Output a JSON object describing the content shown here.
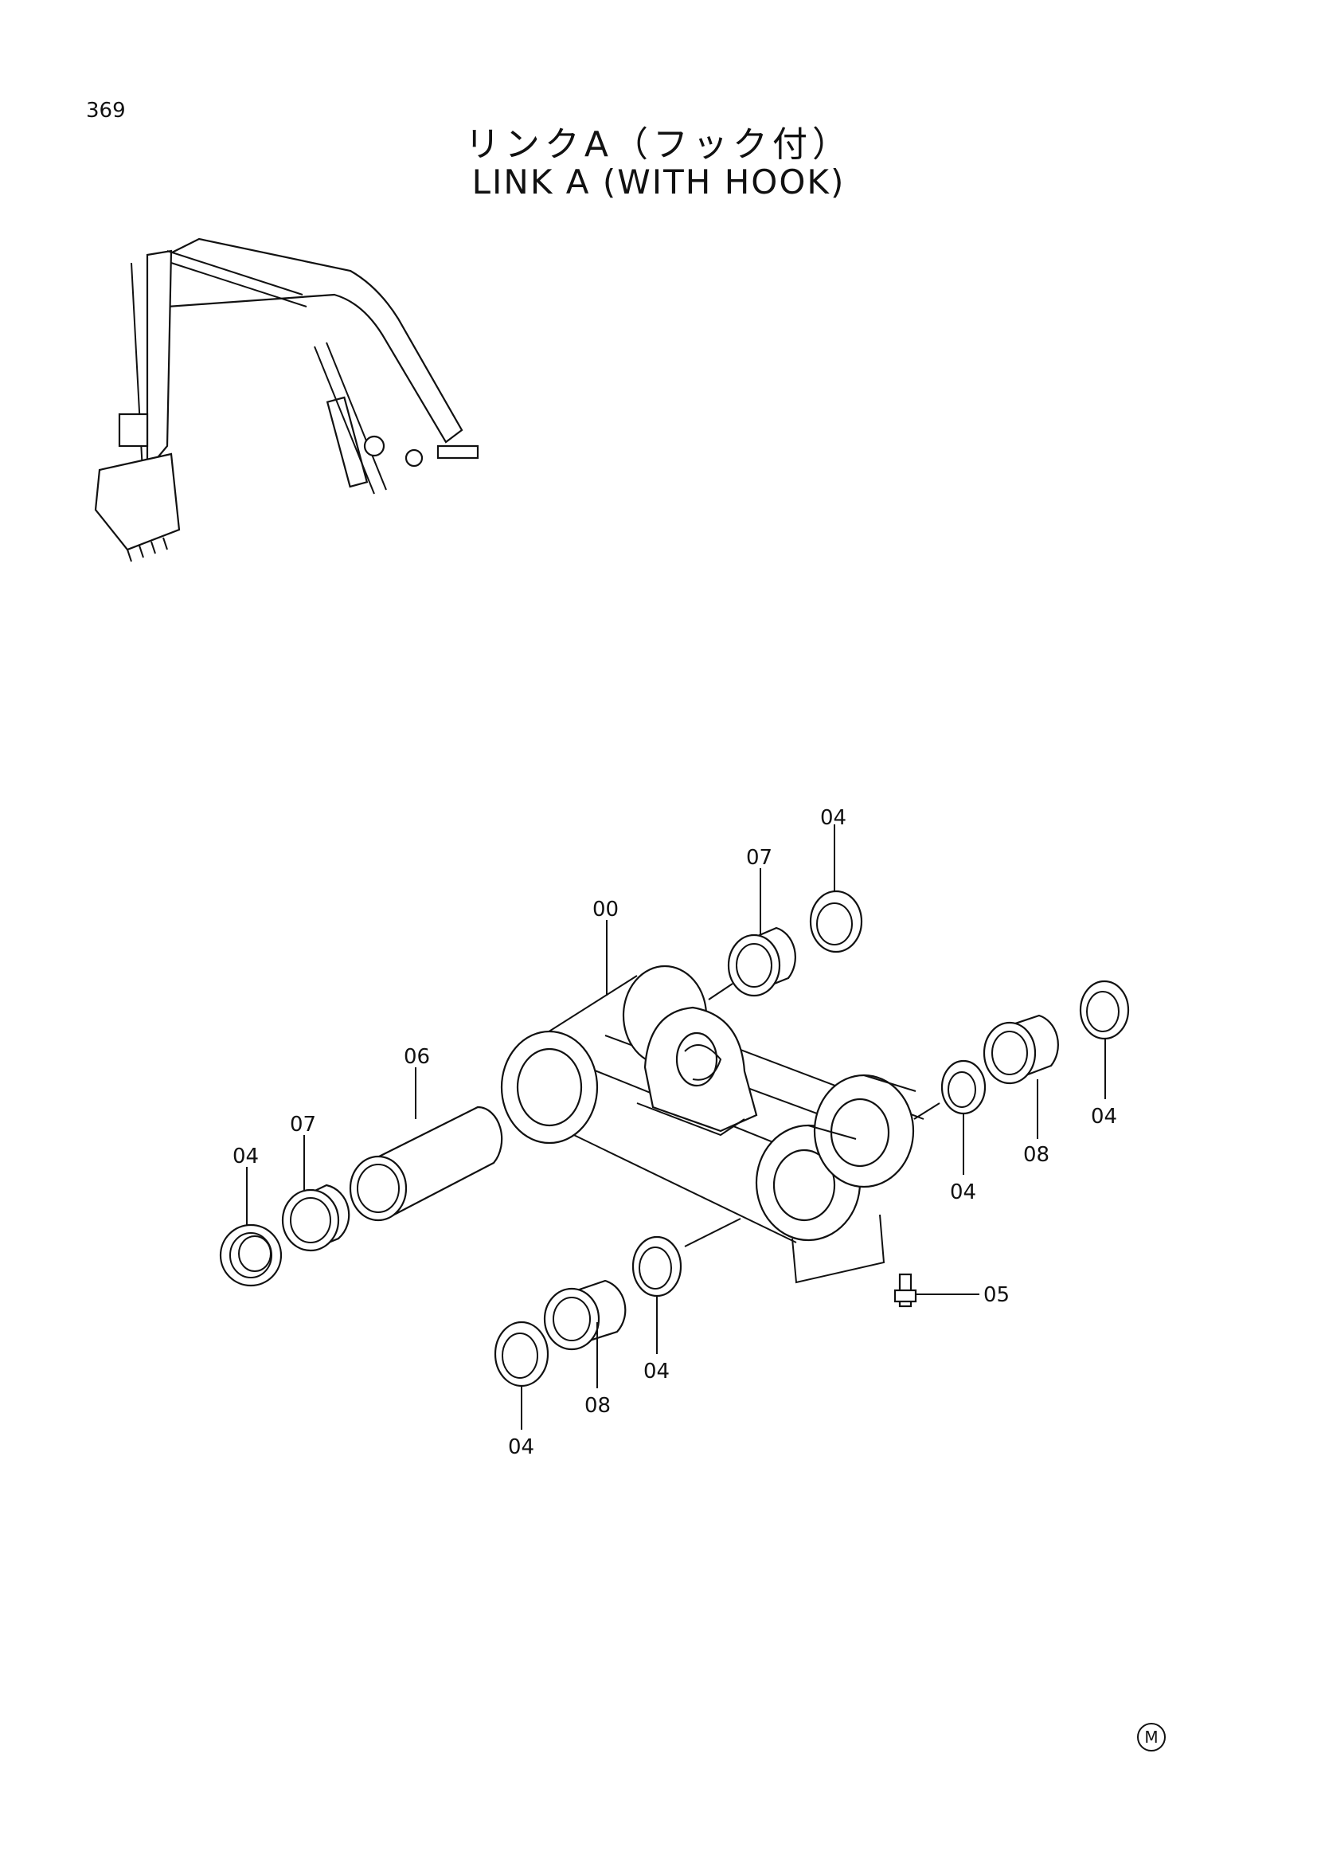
{
  "page_number": "369",
  "title_ja": "リンクA（フック付）",
  "title_en": "LINK A (WITH HOOK)",
  "callouts": [
    "04",
    "07",
    "00",
    "06",
    "07",
    "04",
    "04",
    "08",
    "04",
    "05",
    "04",
    "08",
    "04"
  ],
  "corner_mark": "M"
}
